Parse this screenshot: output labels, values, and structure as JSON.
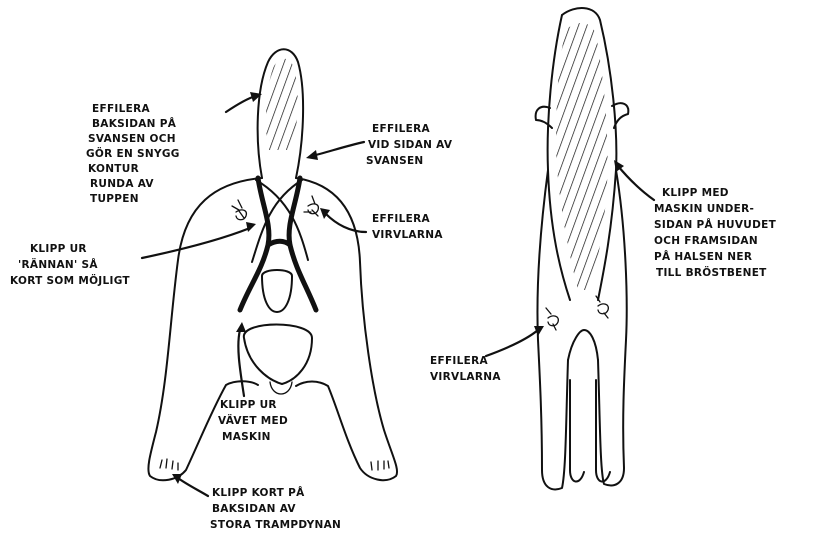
{
  "labels": {
    "effilera_baksidan": [
      "EFFILERA",
      "BAKSIDAN PÅ",
      "SVANSEN OCH",
      "GÖR EN SNYGG",
      "KONTUR",
      "RUNDA AV",
      "TUPPEN"
    ],
    "effilera_vid_sidan": [
      "EFFILERA",
      "VID SIDAN AV",
      "SVANSEN"
    ],
    "effilera_virvlarna_left": [
      "EFFILERA",
      "VIRVLARNA"
    ],
    "klipp_rannan": [
      "KLIPP UR",
      "'RÄNNAN' SÅ",
      "KORT SOM MÖJLIGT"
    ],
    "klipp_vavet": [
      "KLIPP UR",
      "VÄVET MED",
      "MASKIN"
    ],
    "klipp_trampdynan": [
      "KLIPP KORT PÅ",
      "BAKSIDAN AV",
      "STORA TRAMPDYNAN"
    ],
    "klipp_maskin": [
      "KLIPP MED",
      "MASKIN UNDER-",
      "SIDAN PÅ HUVUDET",
      "OCH FRAMSIDAN",
      "PÅ HALSEN NER",
      "TILL BRÖSTBENET"
    ],
    "effilera_virvlarna_right": [
      "EFFILERA",
      "VIRVLARNA"
    ]
  },
  "colors": {
    "ink": "#111111",
    "paper": "#ffffff"
  }
}
